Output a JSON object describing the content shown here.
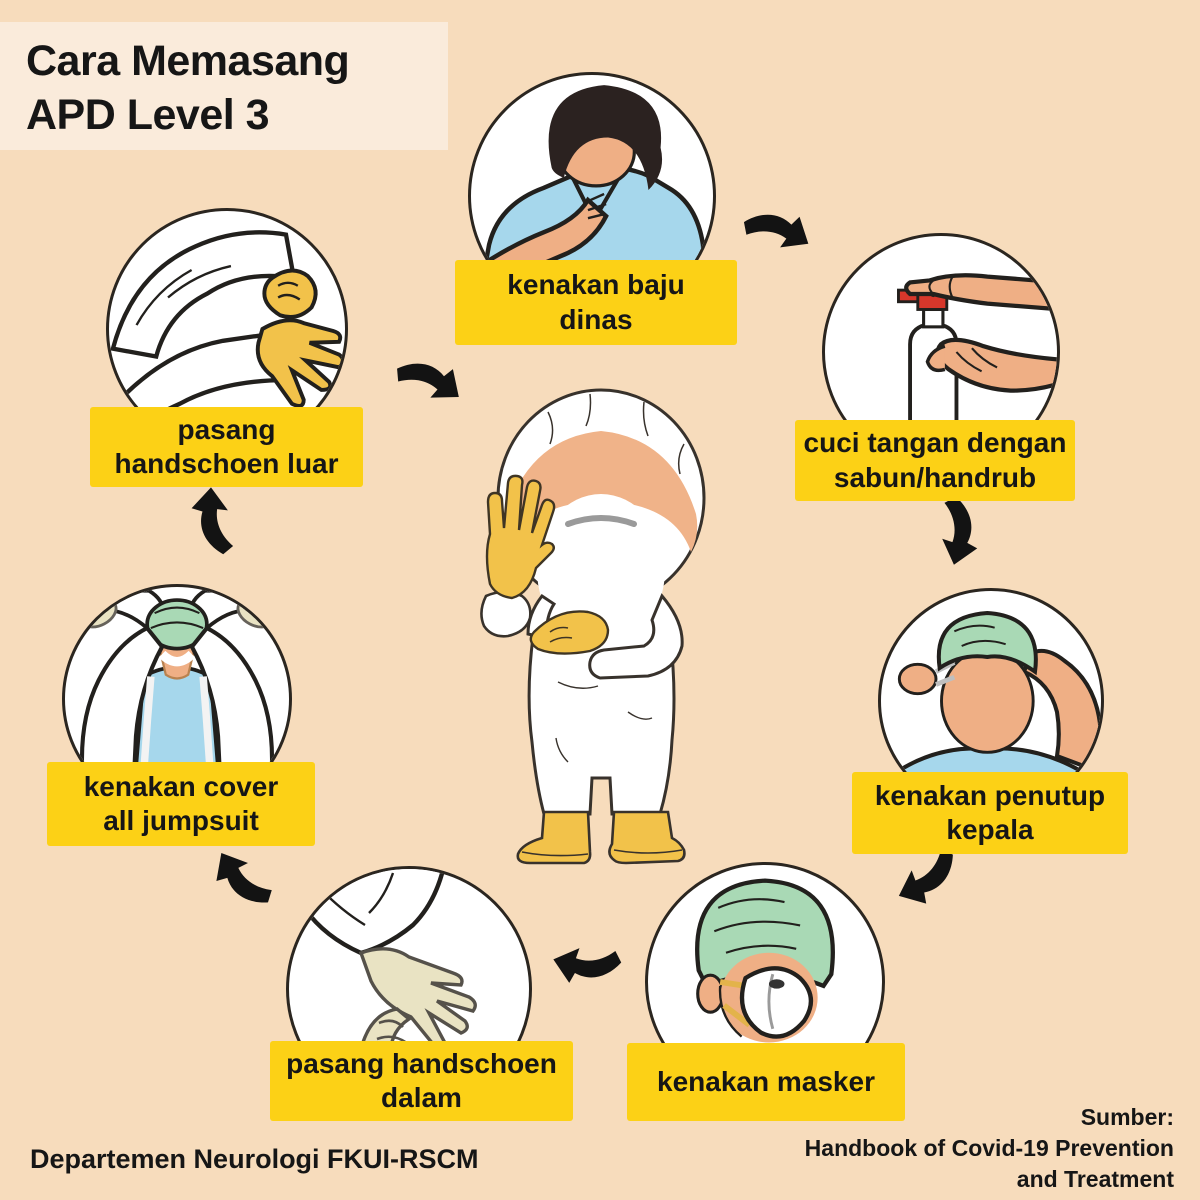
{
  "title": {
    "lines": [
      "Cara Memasang",
      "APD Level 3"
    ]
  },
  "steps": [
    {
      "name": "kenakan-baju-dinas",
      "label": "kenakan baju dinas",
      "label_lines": [
        "kenakan baju",
        "dinas"
      ],
      "illustration": "person-putting-on-scrub-shirt"
    },
    {
      "name": "cuci-tangan",
      "label": "cuci tangan dengan sabun/handrub",
      "label_lines": [
        "cuci tangan dengan",
        "sabun/handrub"
      ],
      "illustration": "hands-pressing-soap-pump-bottle"
    },
    {
      "name": "kenakan-penutup-kepala",
      "label": "kenakan penutup kepala",
      "label_lines": [
        "kenakan penutup",
        "kepala"
      ],
      "illustration": "person-putting-on-head-cover"
    },
    {
      "name": "kenakan-masker",
      "label": "kenakan masker",
      "label_lines": [
        "kenakan masker"
      ],
      "illustration": "person-wearing-n95-mask"
    },
    {
      "name": "pasang-handschoen-dalam",
      "label": "pasang handschoen dalam",
      "label_lines": [
        "pasang handschoen",
        "dalam"
      ],
      "illustration": "hands-putting-on-inner-glove"
    },
    {
      "name": "kenakan-cover-all",
      "label": "kenakan cover all jumpsuit",
      "label_lines": [
        "kenakan cover",
        "all jumpsuit"
      ],
      "illustration": "person-putting-on-coverall-jumpsuit"
    },
    {
      "name": "pasang-handschoen-luar",
      "label": "pasang handschoen luar",
      "label_lines": [
        "pasang",
        "handschoen luar"
      ],
      "illustration": "hands-putting-on-outer-yellow-glove"
    }
  ],
  "center_figure": {
    "illustration": "person-in-full-level3-ppe"
  },
  "footer": {
    "department": "Departemen Neurologi FKUI-RSCM",
    "source_label": "Sumber:",
    "source_lines": [
      "Handbook of Covid-19 Prevention",
      "and Treatment"
    ]
  },
  "colors": {
    "background": "#F7DCBC",
    "title_panel": "#FAEBDB",
    "label_yellow": "#FCD116",
    "text_black": "#161616",
    "circle_fill": "#FFFFFF",
    "outline": "#2B2620",
    "skin": "#EFAF85",
    "scrub_blue": "#A6D7EC",
    "cap_green": "#A9D9B5",
    "glove_yellow": "#F2C24A",
    "inner_glove_cream": "#E9E3C3",
    "pump_red": "#D7372B",
    "hair_dark": "#2B2220",
    "arrow_black": "#131313"
  }
}
